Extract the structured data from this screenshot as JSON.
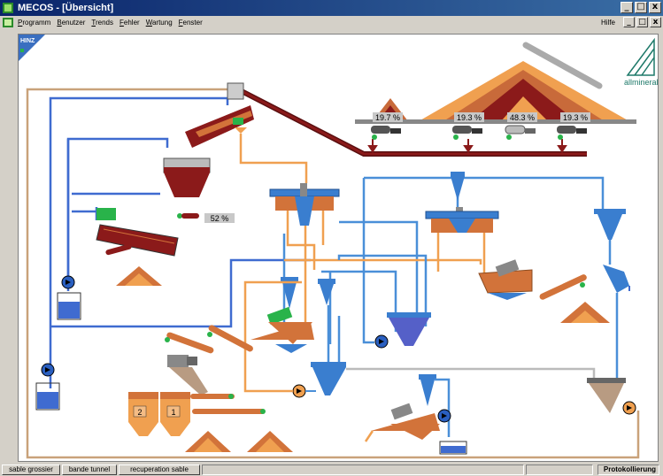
{
  "window": {
    "title": "MECOS - [Übersicht]"
  },
  "menu": {
    "items": [
      "Programm",
      "Benutzer",
      "Trends",
      "Fehler",
      "Wartung",
      "Fenster"
    ],
    "help": "Hilfe"
  },
  "window_buttons": {
    "minimize": "_",
    "restore": "□",
    "close": "x"
  },
  "plant": {
    "brand_left": "HINZ",
    "brand_right": "allmineral",
    "hopper_level": "52 %",
    "stockpiles": [
      "19.7 %",
      "19.3 %",
      "48.3 %",
      "19.3 %"
    ],
    "bin_labels": [
      "2",
      "1"
    ],
    "colors": {
      "water": "#3f6bd0",
      "slurry": "#4a8fd8",
      "product": "#f0a050",
      "conveyor": "#8b1a1a",
      "equipment_blue": "#3a7ecf",
      "equipment_orange": "#d2733a"
    }
  },
  "statusbar": {
    "tabs": [
      "sable grossier",
      "bande tunnel",
      "recuperation sable"
    ],
    "right": "Protokollierung"
  }
}
